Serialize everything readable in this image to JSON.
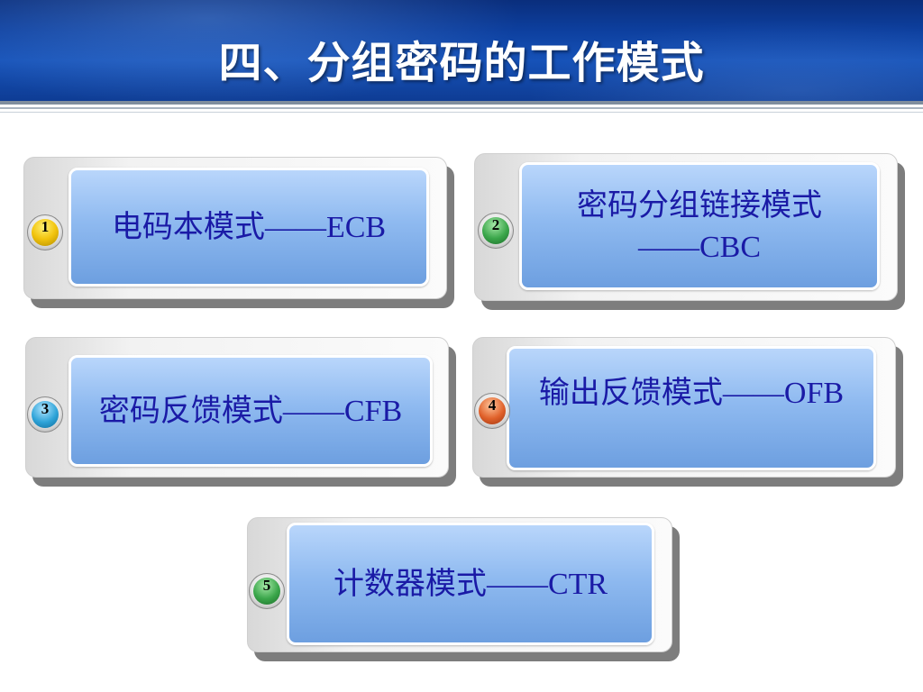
{
  "slide": {
    "title": "四、分组密码的工作模式"
  },
  "modes": [
    {
      "number": "1",
      "name": "电码本模式",
      "dash": "——",
      "abbr": "ECB",
      "badge_color": "#f2c40d"
    },
    {
      "number": "2",
      "name": "密码分组链接模式",
      "dash": "——",
      "abbr": "CBC",
      "badge_color": "#3aa64a"
    },
    {
      "number": "3",
      "name": "密码反馈模式",
      "dash": "——",
      "abbr": "CFB",
      "badge_color": "#2ea3d8"
    },
    {
      "number": "4",
      "name": "输出反馈模式",
      "dash": "——",
      "abbr": "OFB",
      "badge_color": "#e0612a"
    },
    {
      "number": "5",
      "name": "计数器模式",
      "dash": "——",
      "abbr": "CTR",
      "badge_color": "#3aa64a"
    }
  ],
  "colors": {
    "header_blue": "#0d3f9e",
    "panel_text": "#1a1aa6",
    "panel_fill": "#8fbaf0"
  }
}
